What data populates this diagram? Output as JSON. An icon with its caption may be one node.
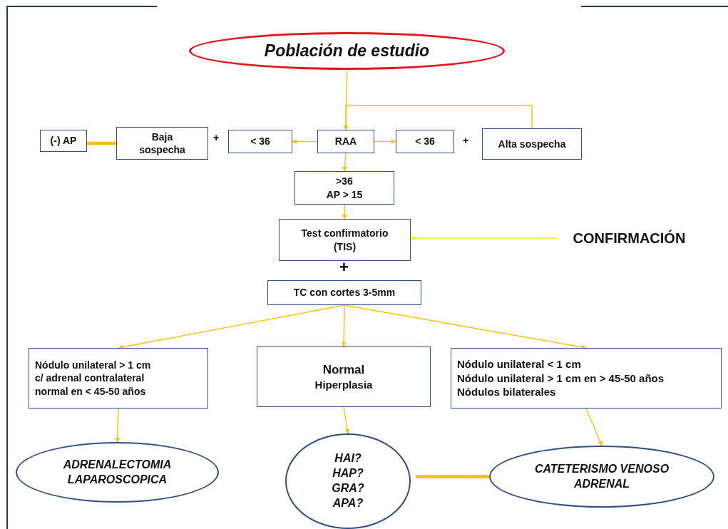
{
  "diagram": {
    "nodes": [
      {
        "text": [
          "Población de estudio"
        ]
      },
      {
        "text": [
          "(-) AP"
        ]
      },
      {
        "text": [
          "Baja sospecha"
        ]
      },
      {
        "text": [
          "< 36"
        ]
      },
      {
        "text": [
          "RAA"
        ]
      },
      {
        "text": [
          "< 36"
        ]
      },
      {
        "text": [
          "Alta sospecha"
        ]
      },
      {
        "text": [
          ">36",
          "AP > 15"
        ]
      },
      {
        "text": [
          "Test confirmatorio (TIS)"
        ]
      },
      {
        "text": [
          "CONFIRMACIÓN"
        ]
      },
      {
        "text": [
          "TC con cortes 3-5mm"
        ]
      },
      {
        "text": [
          "Nódulo unilateral > 1 cm c/ adrenal contralateral normal en < 45-50 años"
        ]
      },
      {
        "text": [
          "Normal",
          "Hiperplasia"
        ]
      },
      {
        "text": [
          "Nódulo unilateral < 1 cm",
          "Nódulo unilateral > 1 cm en > 45-50 años",
          "Nódulos bilaterales"
        ]
      },
      {
        "text": [
          "ADRENALECTOMIA LAPAROSCOPICA"
        ]
      },
      {
        "text": [
          "HAI? HAP? GRA? APA?"
        ]
      },
      {
        "text": [
          "CATETERISMO VENOSO ADRENAL"
        ]
      }
    ],
    "edges": [
      {
        "from": 0,
        "to": 4,
        "arrow": "to"
      },
      {
        "from": 6,
        "to": 4,
        "arrow": "to"
      },
      {
        "from": 2,
        "to": 1,
        "arrow": "to",
        "style": "thick"
      },
      {
        "from": 4,
        "to": 3,
        "arrow": "to"
      },
      {
        "from": 4,
        "to": 5,
        "arrow": "to"
      },
      {
        "from": 4,
        "to": 7,
        "arrow": "to"
      },
      {
        "from": 7,
        "to": 8,
        "arrow": "to"
      },
      {
        "from": 9,
        "to": 8,
        "arrow": "to",
        "color": "#f0f000"
      },
      {
        "from": 10,
        "to": 11,
        "arrow": "to"
      },
      {
        "from": 10,
        "to": 12,
        "arrow": "to"
      },
      {
        "from": 10,
        "to": 13,
        "arrow": "to"
      },
      {
        "from": 11,
        "to": 14,
        "arrow": "to"
      },
      {
        "from": 12,
        "to": 15,
        "arrow": "to"
      },
      {
        "from": 13,
        "to": 16,
        "arrow": "to"
      },
      {
        "from": 15,
        "to": 16,
        "arrow": "to",
        "style": "thick"
      }
    ],
    "labels": [
      "+",
      "+",
      "+"
    ]
  }
}
